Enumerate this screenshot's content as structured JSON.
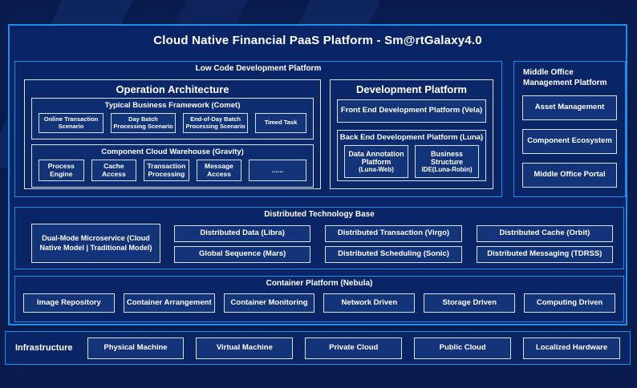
{
  "title": "Cloud Native Financial PaaS Platform - Sm@rtGalaxy4.0",
  "low_code": {
    "label": "Low Code Development Platform",
    "operation_architecture": {
      "title": "Operation Architecture",
      "comet": {
        "title": "Typical Business Framework (Comet)",
        "items": [
          "Online Transaction Scenario",
          "Day Batch Processing Scenario",
          "End-of-Day Batch Processing Scenario",
          "Timed Task"
        ]
      },
      "gravity": {
        "title": "Component Cloud Warehouse (Gravity)",
        "items": [
          "Process Engine",
          "Cache Access",
          "Transaction Processing",
          "Message Access",
          "......"
        ]
      }
    },
    "development_platform": {
      "title": "Development Platform",
      "front_end": "Front End Development Platform (Vela)",
      "back_end": {
        "title": "Back End Development Platform (Luna)",
        "items": [
          {
            "name": "Data Annotation Platform",
            "sub": "(Luna-Web)"
          },
          {
            "name": "Business Structure",
            "sub": "IDE(Luna-Robin)"
          }
        ]
      }
    }
  },
  "middle_office": {
    "label": "Middle Office Management Platform",
    "items": [
      "Asset Management",
      "Component Ecosystem",
      "Middle Office Portal"
    ]
  },
  "distributed": {
    "label": "Distributed Technology Base",
    "dual_mode": "Dual-Mode Microservice (Cloud Native Model | Traditional Model)",
    "row1": [
      "Distributed Data (Libra)",
      "Distributed Transaction (Virgo)",
      "Distributed Cache (Orbit)"
    ],
    "row2": [
      "Global Sequence (Mars)",
      "Distributed Scheduling (Sonic)",
      "Distributed Messaging (TDRSS)"
    ]
  },
  "container_platform": {
    "label": "Container Platform (Nebula)",
    "items": [
      "Image Repository",
      "Container Arrangement",
      "Container Monitoring",
      "Network Driven",
      "Storage Driven",
      "Computing Driven"
    ]
  },
  "infrastructure": {
    "label": "Infrastructure",
    "items": [
      "Physical Machine",
      "Virtual Machine",
      "Private Cloud",
      "Public Cloud",
      "Localized Hardware"
    ]
  },
  "colors": {
    "page_bg": "#081b4d",
    "frame_bg": "#0a2565",
    "leaf_bg": "#133478",
    "accent_border": "#1e8fe8",
    "box_border": "#d8e2f4",
    "text": "#ffffff"
  }
}
